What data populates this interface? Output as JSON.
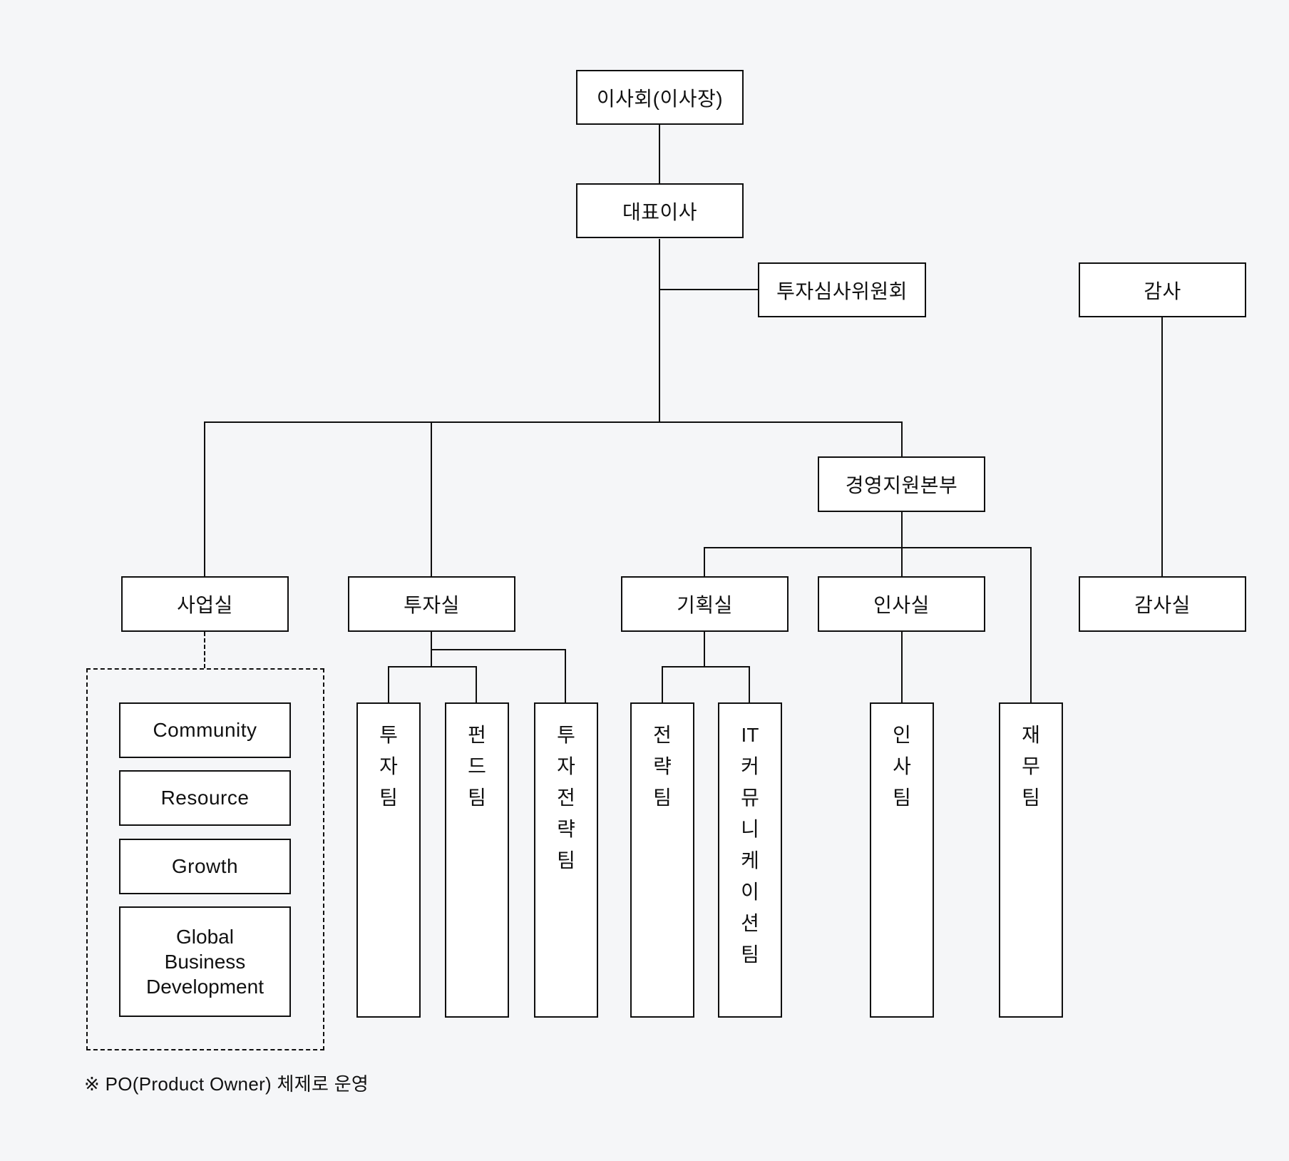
{
  "diagram": {
    "colors": {
      "background": "#f5f6f8",
      "line": "#0f0f0f",
      "box_fill": "#ffffff",
      "text": "#111111"
    },
    "nodes": {
      "board": "이사회(이사장)",
      "ceo": "대표이사",
      "investment_committee": "투자심사위원회",
      "auditor": "감사",
      "management_support_hq": "경영지원본부",
      "offices": {
        "business": "사업실",
        "investment": "투자실",
        "planning": "기획실",
        "hr": "인사실",
        "audit": "감사실"
      },
      "teams": {
        "investment": "투\n자\n팀",
        "fund": "펀\n드\n팀",
        "investment_strategy": "투\n자\n전\n략\n팀",
        "strategy": "전\n략\n팀",
        "it_communication": "IT\n커\n뮤\n니\n케\n이\n션\n팀",
        "hr": "인\n사\n팀",
        "finance": "재\n무\n팀"
      },
      "po_units": {
        "community": "Community",
        "resource": "Resource",
        "growth": "Growth",
        "global_business_development": "Global\nBusiness\nDevelopment"
      }
    },
    "footnote": "※ PO(Product Owner) 체제로 운영"
  }
}
